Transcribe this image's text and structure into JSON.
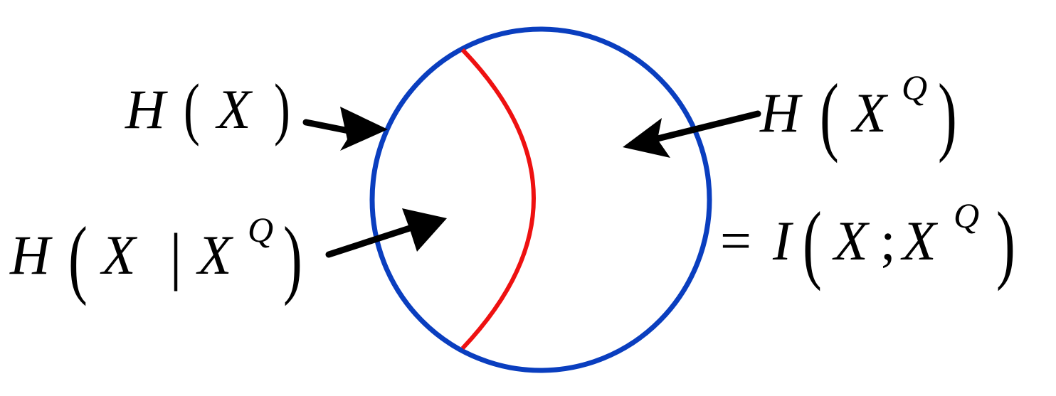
{
  "labels": {
    "h_x": {
      "fn": "H",
      "open": "(",
      "var": "X",
      "close": ")"
    },
    "h_xq": {
      "fn": "H",
      "open": "(",
      "var": "X",
      "sup": "Q",
      "close": ")"
    },
    "h_x_given_xq": {
      "fn": "H",
      "open": "(",
      "var": "X",
      "bar": "|",
      "var2": "X",
      "sup": "Q",
      "close": ")"
    },
    "mutual_info": {
      "eq": "=",
      "fn": "I",
      "open": "(",
      "var": "X",
      "semicolon": ";",
      "var2": "X",
      "sup": "Q",
      "close": ")"
    }
  },
  "colors": {
    "outer_circle": "#0a3ebf",
    "inner_arc": "#ee1111",
    "arrows": "#000000",
    "text": "#000000"
  }
}
